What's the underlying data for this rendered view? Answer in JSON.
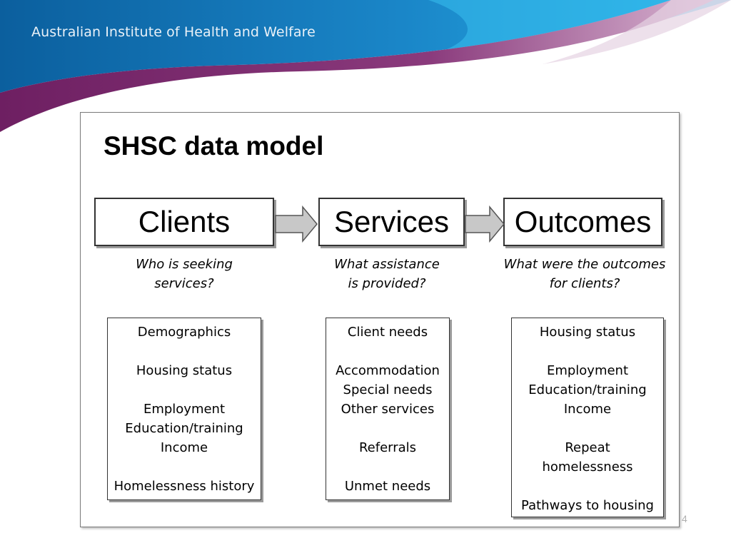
{
  "header": {
    "org_name": "Australian Institute of Health and Welfare"
  },
  "slide": {
    "number": "4",
    "title": "SHSC data model"
  },
  "columns": [
    {
      "heading": "Clients",
      "question": [
        "Who is seeking",
        "services?"
      ],
      "items": [
        "Demographics",
        "",
        "Housing status",
        "",
        "Employment",
        "Education/training",
        "Income",
        "",
        "Homelessness history"
      ]
    },
    {
      "heading": "Services",
      "question": [
        "What assistance",
        "is provided?"
      ],
      "items": [
        "Client needs",
        "",
        "Accommodation",
        "Special needs",
        "Other services",
        "",
        "Referrals",
        "",
        "Unmet needs"
      ]
    },
    {
      "heading": "Outcomes",
      "question": [
        "What were the outcomes",
        "for clients?"
      ],
      "items": [
        "Housing status",
        "",
        "Employment",
        "Education/training",
        "Income",
        "",
        "Repeat",
        "homelessness",
        "",
        "Pathways to housing"
      ]
    }
  ],
  "colors": {
    "header_blue": "#1a7ec2",
    "header_purple": "#7e2a6e",
    "arrow_fill": "#c8c8c8"
  }
}
